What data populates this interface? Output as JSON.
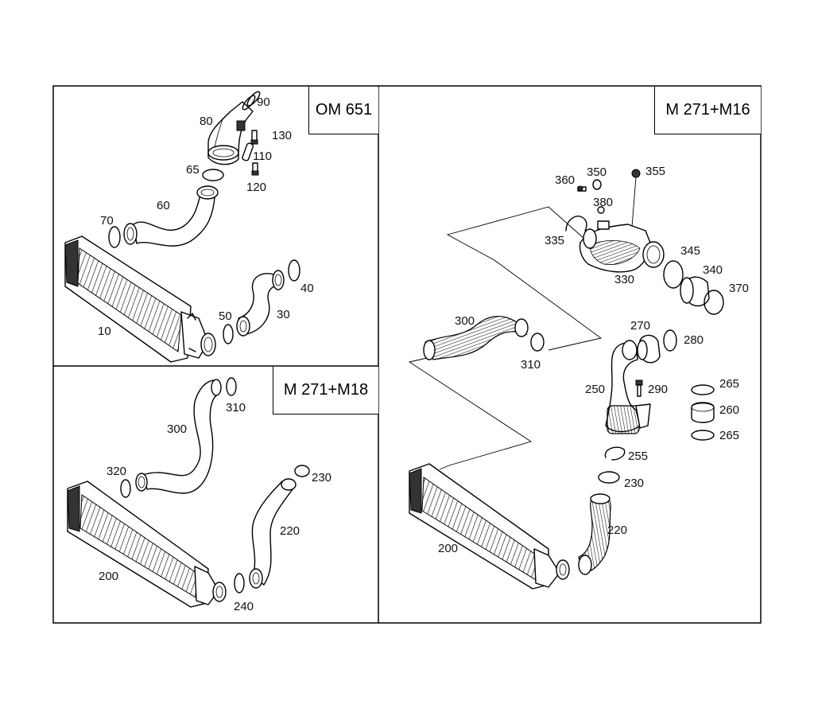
{
  "panels": {
    "om651": {
      "label": "OM 651",
      "parts": [
        "90",
        "80",
        "130",
        "110",
        "65",
        "120",
        "60",
        "70",
        "40",
        "50",
        "30",
        "10"
      ]
    },
    "m271_m18": {
      "label": "M 271+M18",
      "parts": [
        "310",
        "300",
        "320",
        "230",
        "220",
        "200",
        "240"
      ]
    },
    "m271_m16": {
      "label": "M 271+M16",
      "parts": [
        "360",
        "350",
        "355",
        "380",
        "335",
        "345",
        "330",
        "340",
        "370",
        "300",
        "270",
        "280",
        "310",
        "250",
        "290",
        "265",
        "260",
        "265",
        "255",
        "230",
        "220",
        "200"
      ]
    }
  }
}
